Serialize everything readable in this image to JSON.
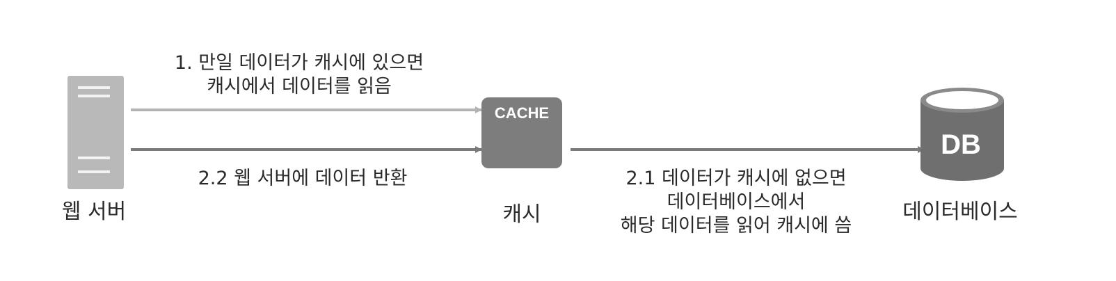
{
  "nodes": {
    "web_server": {
      "label": "웹 서버"
    },
    "cache": {
      "label": "캐시",
      "box_text": "CACHE"
    },
    "database": {
      "label": "데이터베이스",
      "box_text": "DB"
    }
  },
  "edges": {
    "cache_hit": {
      "lines": [
        "1. 만일 데이터가 캐시에 있으면",
        "캐시에서 데이터를 읽음"
      ]
    },
    "return_to_server": {
      "lines": [
        "2.2 웹 서버에 데이터 반환"
      ]
    },
    "db_to_cache": {
      "lines": [
        "2.1 데이터가 캐시에 없으면",
        "데이터베이스에서",
        "해당 데이터를 읽어 캐시에 씀"
      ]
    }
  },
  "colors": {
    "server": "#b9b9b9",
    "server_stripe": "#f2f2f2",
    "cache": "#7d7d7d",
    "database": "#6f6f6f",
    "arrow_dark": "#7b7b7b",
    "arrow_light": "#b3b3b3",
    "text": "#2a2a2a"
  }
}
